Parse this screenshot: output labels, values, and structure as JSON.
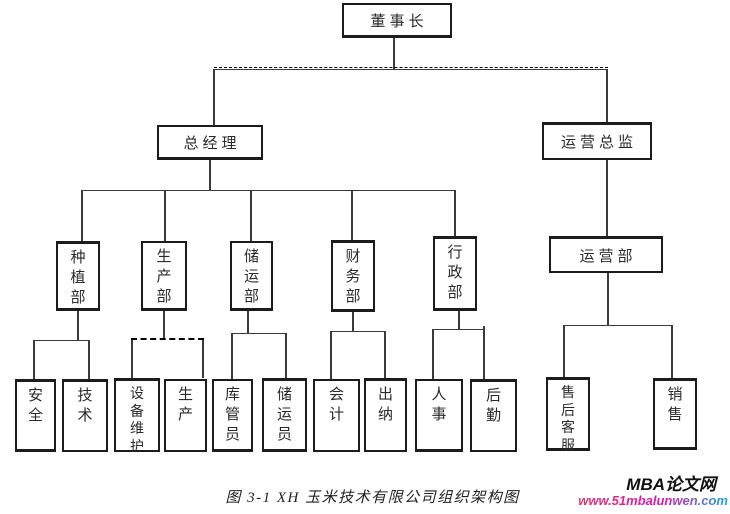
{
  "figure": {
    "caption": "图 3-1 XH 玉米技术有限公司组织架构图"
  },
  "watermark": {
    "site_name": "MBA论文网",
    "site_url": "www.51mbalunwen.com",
    "url_gradient": [
      "#e0356a",
      "#e012b4",
      "#16aadc"
    ]
  },
  "colors": {
    "box_border": "#1c1c1c",
    "line": "#3a3a3a",
    "background": "#ffffff"
  },
  "org": {
    "chairman": "董事长",
    "general_manager": "总经理",
    "operations_director": "运营总监",
    "planting_dept": "种植部",
    "production_dept": "生产部",
    "storage_transport_dept": "储运部",
    "finance_dept": "财务部",
    "admin_dept": "行政部",
    "operations_dept": "运营部",
    "safety": "安全",
    "technology": "技术",
    "equipment_maintenance": "设备维护",
    "production": "生产",
    "warehouse_keeper": "库管员",
    "storage_transport_staff": "储运员",
    "accountant": "会计",
    "cashier": "出纳",
    "hr": "人事",
    "logistics": "后勤",
    "aftersales_service": "售后客服",
    "sales": "销售"
  },
  "hierarchy": {
    "chairman": [
      "general_manager",
      "operations_director"
    ],
    "general_manager": [
      "planting_dept",
      "production_dept",
      "storage_transport_dept",
      "finance_dept",
      "admin_dept"
    ],
    "operations_director": [
      "operations_dept"
    ],
    "planting_dept": [
      "safety",
      "technology"
    ],
    "production_dept": [
      "equipment_maintenance",
      "production"
    ],
    "storage_transport_dept": [
      "warehouse_keeper",
      "storage_transport_staff"
    ],
    "finance_dept": [
      "accountant",
      "cashier"
    ],
    "admin_dept": [
      "hr",
      "logistics"
    ],
    "operations_dept": [
      "aftersales_service",
      "sales"
    ]
  }
}
